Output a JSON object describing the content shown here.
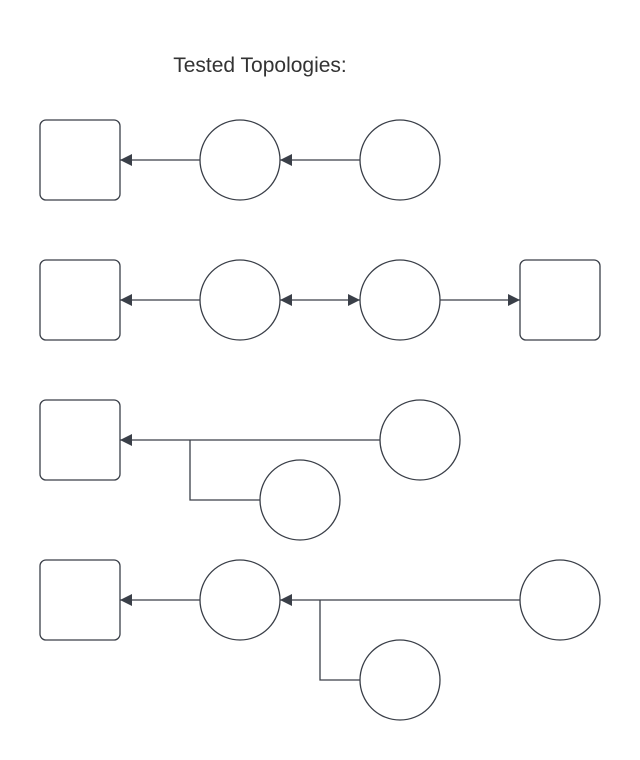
{
  "title": "Tested Topologies:",
  "colors": {
    "stroke": "#3a3f48",
    "background": "#ffffff",
    "text": "#333333"
  },
  "topologies": [
    {
      "nodes": [
        "square",
        "circle",
        "circle"
      ],
      "edges": [
        "circle-1 -> square-1",
        "circle-2 -> circle-1"
      ]
    },
    {
      "nodes": [
        "square",
        "circle",
        "circle",
        "square"
      ],
      "edges": [
        "circle-1 -> square-1",
        "circle-1 <-> circle-2",
        "circle-2 -> square-2"
      ]
    },
    {
      "nodes": [
        "square",
        "circle",
        "circle"
      ],
      "edges": [
        "circle-1 -> square-1",
        "circle-2 -> square-1"
      ]
    },
    {
      "nodes": [
        "square",
        "circle",
        "circle",
        "circle"
      ],
      "edges": [
        "circle-1 -> square-1",
        "circle-2 -> circle-1",
        "circle-3 -> circle-1"
      ]
    }
  ]
}
